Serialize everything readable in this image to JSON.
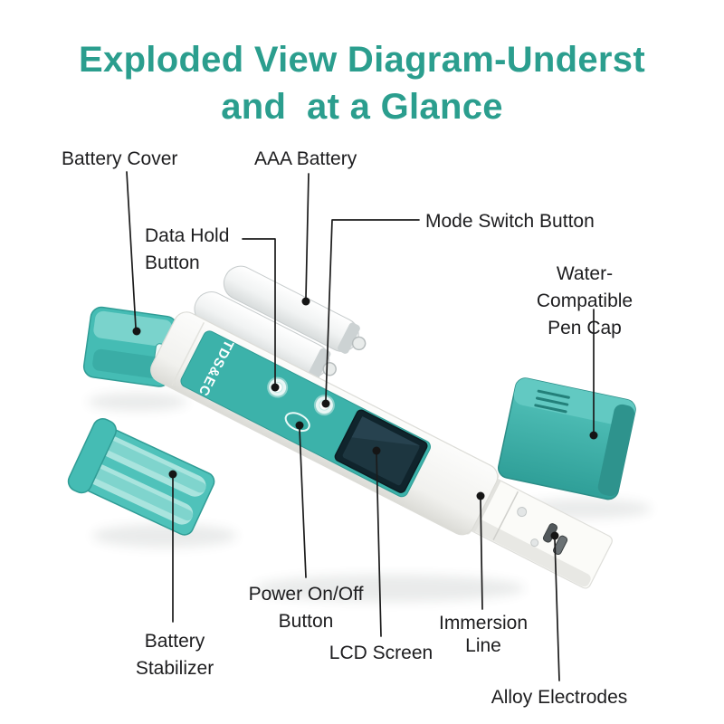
{
  "title": {
    "line1": "Exploded View Diagram-Underst",
    "line2": "and  at a Glance"
  },
  "device": {
    "face_text": "TDS&EC"
  },
  "labels": [
    {
      "id": "battery-cover",
      "text": "Battery Cover"
    },
    {
      "id": "aaa-battery",
      "text": "AAA Battery"
    },
    {
      "id": "data-hold-button",
      "text": "Data Hold\nButton"
    },
    {
      "id": "mode-switch-button",
      "text": "Mode Switch Button"
    },
    {
      "id": "water-compatible-pen-cap",
      "text": "Water-Compatible\nPen Cap"
    },
    {
      "id": "battery-stabilizer",
      "text": "Battery\nStabilizer"
    },
    {
      "id": "power-on-off-button",
      "text": "Power On/Off\nButton"
    },
    {
      "id": "lcd-screen",
      "text": "LCD Screen"
    },
    {
      "id": "immersion-line",
      "text": "Immersion\nLine"
    },
    {
      "id": "alloy-electrodes",
      "text": "Alloy Electrodes"
    }
  ],
  "colors": {
    "title_teal": "#2b9e8e",
    "device_teal": "#3cb2aa",
    "cap_teal": "#3aaaa4",
    "label_text": "#1d1d1f",
    "callout_line": "#1b1b1b"
  }
}
